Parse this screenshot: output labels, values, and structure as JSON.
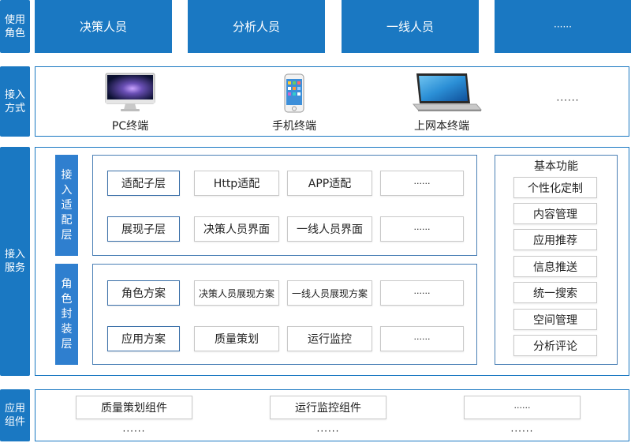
{
  "roles": {
    "label": "使用角色",
    "items": [
      "决策人员",
      "分析人员",
      "一线人员",
      "······"
    ]
  },
  "access_mode": {
    "label": "接入方式",
    "devices": [
      {
        "label": "PC终端",
        "icon": "desktop-computer-icon"
      },
      {
        "label": "手机终端",
        "icon": "smartphone-icon"
      },
      {
        "label": "上网本终端",
        "icon": "laptop-icon"
      },
      {
        "label": "······",
        "icon": ""
      }
    ]
  },
  "access_service": {
    "label": "接入服务",
    "adapter_layer": {
      "label": "接入适配层",
      "rows": [
        [
          "适配子层",
          "Http适配",
          "APP适配",
          "······"
        ],
        [
          "展现子层",
          "决策人员界面",
          "一线人员界面",
          "······"
        ]
      ]
    },
    "role_layer": {
      "label": "角色封装层",
      "rows": [
        [
          "角色方案",
          "决策人员展现方案",
          "一线人员展现方案",
          "······"
        ],
        [
          "应用方案",
          "质量策划",
          "运行监控",
          "······"
        ]
      ]
    },
    "basic_functions": {
      "title": "基本功能",
      "items": [
        "个性化定制",
        "内容管理",
        "应用推荐",
        "信息推送",
        "统一搜索",
        "空间管理",
        "分析评论"
      ]
    }
  },
  "app_components": {
    "label": "应用组件",
    "row1": [
      "质量策划组件",
      "运行监控组件",
      "······"
    ],
    "row2": [
      "······",
      "······",
      "······"
    ]
  },
  "colors": {
    "primary_blue": "#1a78c2",
    "label_blue": "#2f7fcf",
    "panel_border": "#4a7fb5"
  }
}
